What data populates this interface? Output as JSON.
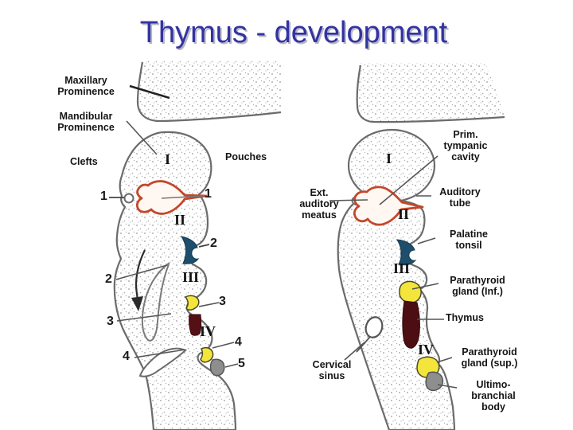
{
  "slide": {
    "title": "Thymus - development"
  },
  "colors": {
    "title_text": "#3233a2",
    "outline_gray": "#6b6b6b",
    "pouch1_orange": "#c3472b",
    "pouch2_teal": "#1d4e6b",
    "parathyroid_yellow": "#f3e53c",
    "thymus_maroon": "#551016",
    "ultimobranchial_gray": "#8e8e8e"
  },
  "left": {
    "labels": {
      "maxillary": "Maxillary\nProminence",
      "mandibular": "Mandibular\nProminence",
      "clefts": "Clefts",
      "pouches": "Pouches"
    },
    "numerals": {
      "I": "I",
      "II": "II",
      "III": "III",
      "IV": "IV"
    },
    "numbers": {
      "cleft1": "1",
      "pouch1": "1",
      "cleft2": "2",
      "pouch2": "2",
      "cleft3": "3",
      "pouch3": "3",
      "cleft4": "4",
      "pouch4": "4",
      "pouch5": "5"
    }
  },
  "right": {
    "labels": {
      "prim_tympanic": "Prim.\ntympanic\ncavity",
      "ext_auditory": "Ext.\nauditory\nmeatus",
      "auditory_tube": "Auditory\ntube",
      "palatine_tonsil": "Palatine\ntonsil",
      "parathyroid_inf": "Parathyroid\ngland (Inf.)",
      "thymus": "Thymus",
      "parathyroid_sup": "Parathyroid\ngland (sup.)",
      "ultimobranchial": "Ultimo-\nbranchial\nbody",
      "cervical_sinus": "Cervical\nsinus"
    },
    "numerals": {
      "I": "I",
      "II": "II",
      "III": "III",
      "IV": "IV"
    }
  }
}
